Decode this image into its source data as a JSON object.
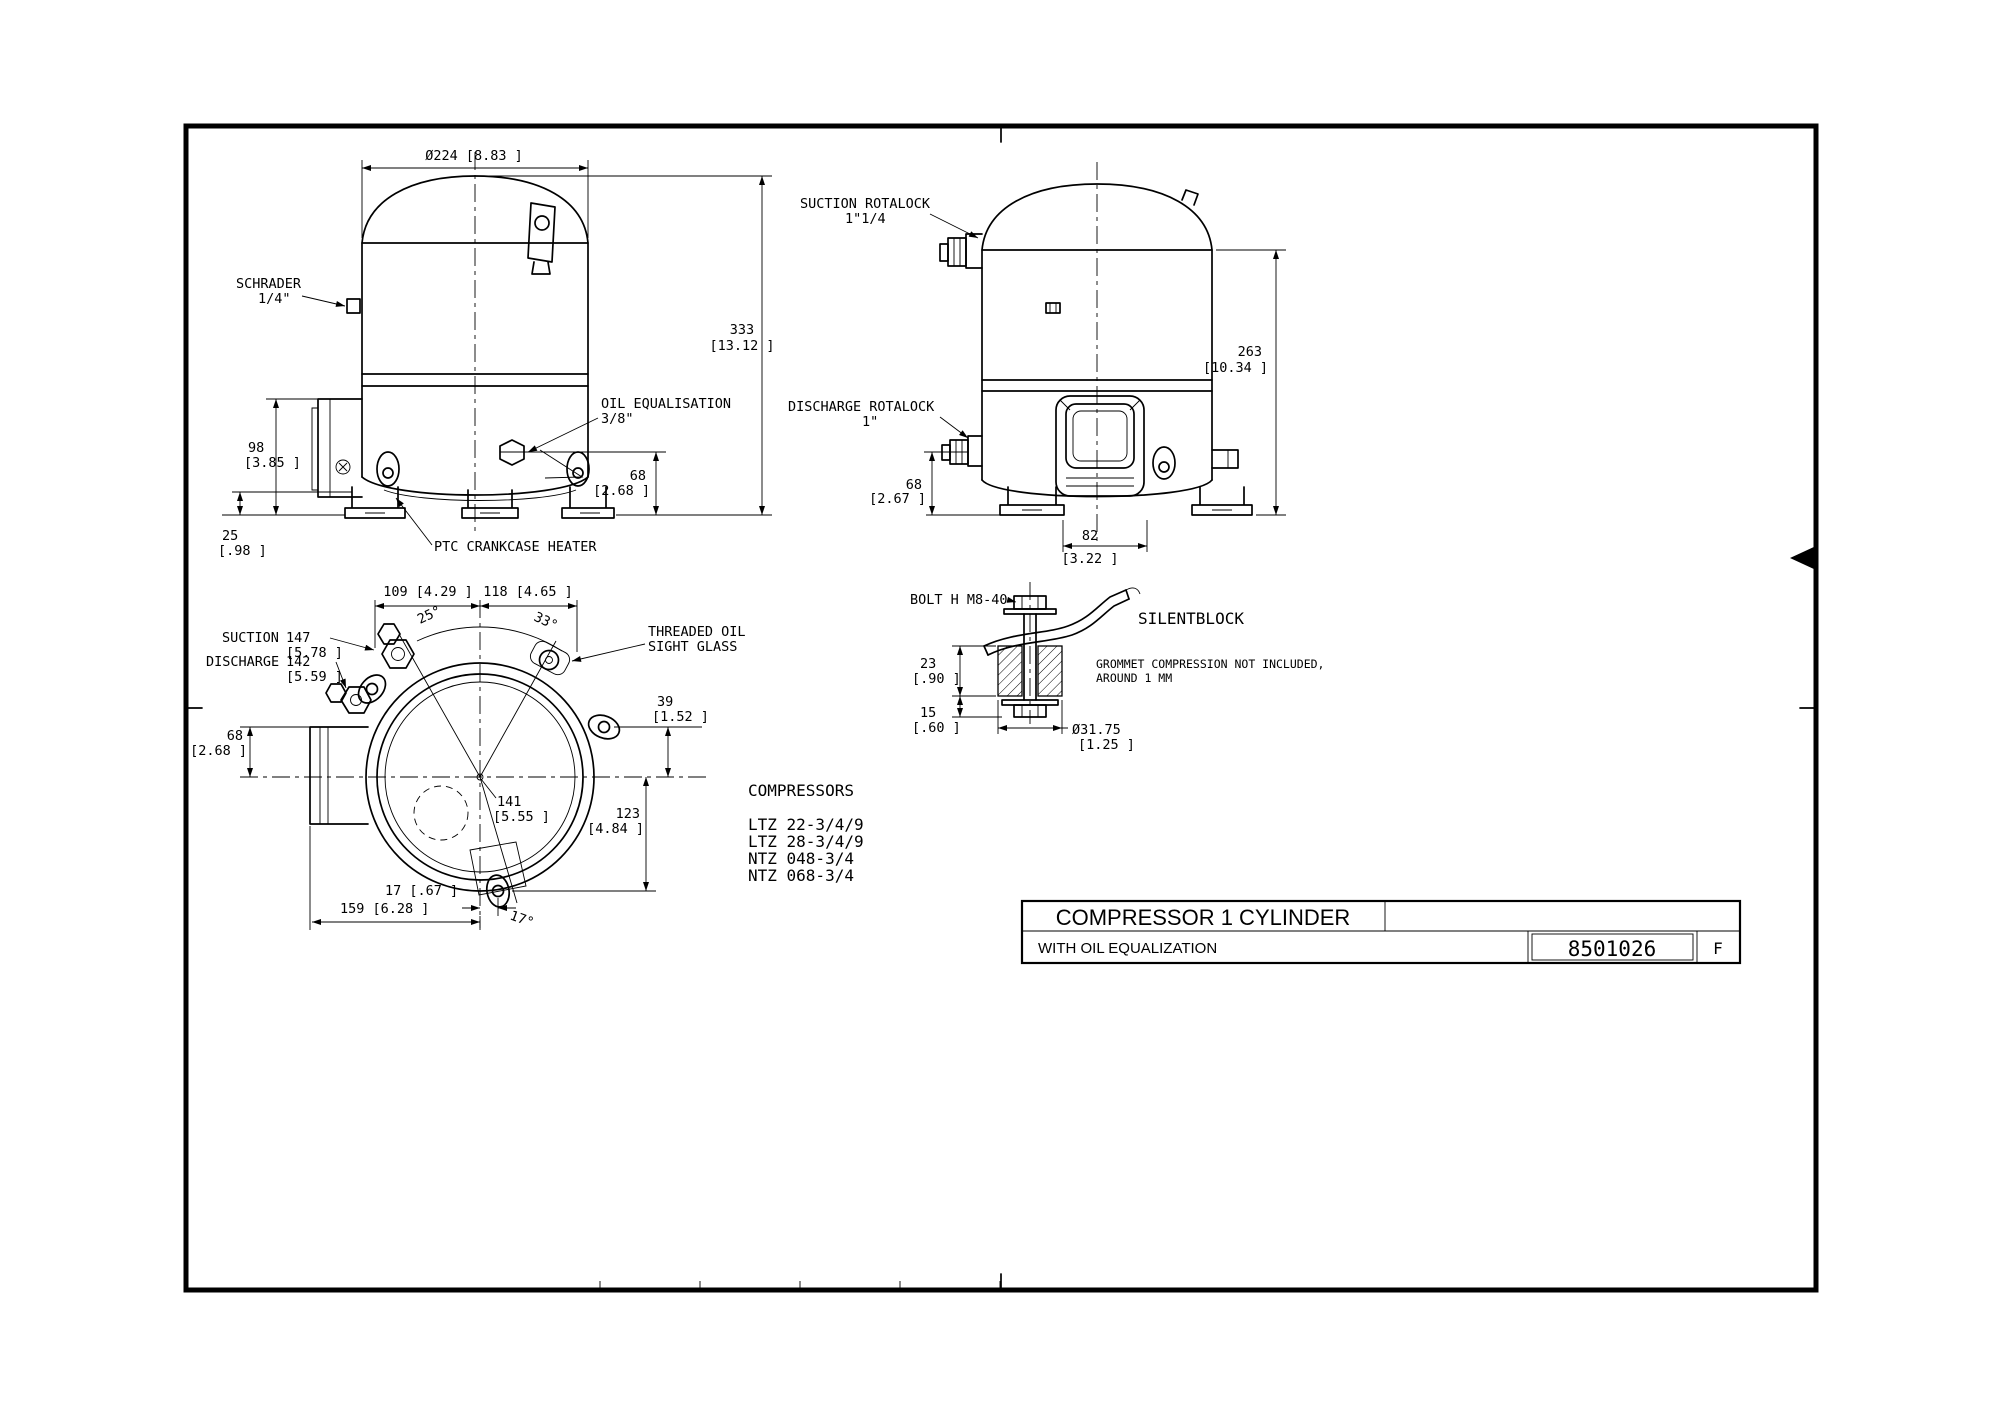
{
  "colors": {
    "ink": "#000000",
    "paper": "#ffffff"
  },
  "front_view": {
    "dia": "Ø224 [8.83 ]",
    "h333": "333",
    "h333_in": "[13.12  ]",
    "schrader": "SCHRADER",
    "schrader_size": "1/4\"",
    "h98": "98",
    "h98_in": "[3.85 ]",
    "h25": "25",
    "h25_in": "[.98 ]",
    "oileq": "OIL EQUALISATION",
    "oileq_size": "3/8\"",
    "h68": "68",
    "h68_in": "[2.68 ]",
    "ptc": "PTC CRANKCASE HEATER"
  },
  "side_view": {
    "suction": "SUCTION ROTALOCK",
    "suction_size": "1\"1/4",
    "discharge": "DISCHARGE ROTALOCK",
    "discharge_size": "1\"",
    "h263": "263",
    "h263_in": "[10.34  ]",
    "h68": "68",
    "h68_in": "[2.67 ]",
    "w82": "82",
    "w82_in": "[3.22 ]"
  },
  "top_view": {
    "w109": "109  [4.29 ]",
    "w118": "118  [4.65 ]",
    "a25": "25°",
    "a33": "33°",
    "a17": "17°",
    "suction": "SUCTION",
    "l147": "147",
    "l147_in": "[5.78 ]",
    "discharge": "DISCHARGE",
    "l142": "142",
    "l142_in": "[5.59 ]",
    "h68": "68",
    "h68_in": "[2.68 ]",
    "sight1": "THREADED OIL",
    "sight2": "SIGHT GLASS",
    "w39": "39",
    "w39_in": "[1.52 ]",
    "l141": "141",
    "l141_in": "[5.55 ]",
    "l123": "123",
    "l123_in": "[4.84 ]",
    "w17": "17  [.67 ]",
    "w159": "159  [6.28 ]"
  },
  "silentblock": {
    "bolt": "BOLT H M8-40",
    "title": "SILENTBLOCK",
    "h23": "23",
    "h23_in": "[.90 ]",
    "h15": "15",
    "h15_in": "[.60 ]",
    "dia": "Ø31.75",
    "dia_in": "[1.25 ]",
    "note1": "GROMMET COMPRESSION NOT INCLUDED,",
    "note2": "AROUND 1 MM"
  },
  "compressors": {
    "heading": "COMPRESSORS",
    "models": [
      "LTZ 22-3/4/9",
      "LTZ 28-3/4/9",
      "NTZ 048-3/4",
      "NTZ 068-3/4"
    ]
  },
  "title_block": {
    "title": "COMPRESSOR 1 CYLINDER",
    "subtitle": "WITH OIL EQUALIZATION",
    "number": "8501026",
    "revision": "F"
  }
}
